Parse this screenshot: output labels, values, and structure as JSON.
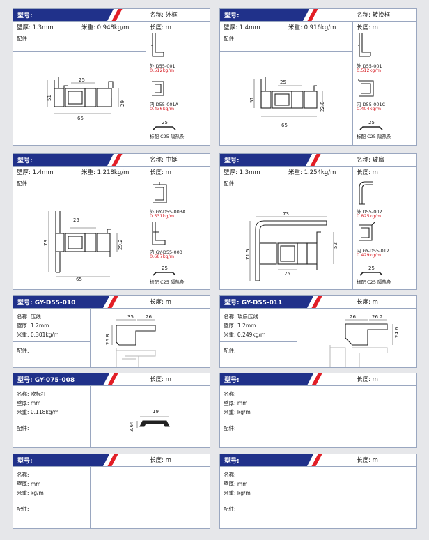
{
  "cards": [
    {
      "model_label": "型号:",
      "name": "名称: 外框",
      "wall": "壁厚: 1.3mm",
      "weight": "米重: 0.948kg/m",
      "length": "长度: m",
      "fittings": "配件:",
      "dims": {
        "d1": "25",
        "d2": "51",
        "d3": "29",
        "d4": "65"
      },
      "parts": [
        {
          "code": "外 D55-001",
          "weight": "0.512kg/m"
        },
        {
          "code": "内 D55-001A",
          "weight": "0.436kg/m"
        }
      ],
      "strip_dim": "25",
      "strip_label": "标配 C25 隔热条"
    },
    {
      "model_label": "型号:",
      "name": "名称: 转换框",
      "wall": "壁厚: 1.4mm",
      "weight": "米重: 0.916kg/m",
      "length": "长度: m",
      "fittings": "配件:",
      "dims": {
        "d1": "25",
        "d2": "51",
        "d3": "22.8",
        "d4": "65"
      },
      "parts": [
        {
          "code": "外 D55-001",
          "weight": "0.512kg/m"
        },
        {
          "code": "内 D55-001C",
          "weight": "0.404kg/m"
        }
      ],
      "strip_dim": "25",
      "strip_label": "标配 C25 隔热条"
    },
    {
      "model_label": "型号:",
      "name": "名称: 中挺",
      "wall": "壁厚: 1.4mm",
      "weight": "米重: 1.218kg/m",
      "length": "长度: m",
      "fittings": "配件:",
      "dims": {
        "d1": "25",
        "d2": "73",
        "d3": "29.2",
        "d4": "65"
      },
      "parts": [
        {
          "code": "外 GY-D55-003A",
          "weight": "0.531kg/m"
        },
        {
          "code": "内 GY-D55-003",
          "weight": "0.687kg/m"
        }
      ],
      "strip_dim": "25",
      "strip_label": "标配 C25 隔热条"
    },
    {
      "model_label": "型号:",
      "name": "名称: 玻扇",
      "wall": "壁厚: 1.3mm",
      "weight": "米重: 1.254kg/m",
      "length": "长度: m",
      "fittings": "配件:",
      "dims": {
        "d1": "73",
        "d2": "71.5",
        "d3": "52",
        "d4": "25"
      },
      "parts": [
        {
          "code": "外 D55-002",
          "weight": "0.825kg/m"
        },
        {
          "code": "内 GY-D55-012",
          "weight": "0.429kg/m"
        }
      ],
      "strip_dim": "25",
      "strip_label": "标配 C25 隔热条"
    },
    {
      "model_label": "型号: GY-D55-010",
      "length": "长度: m",
      "name": "名称: 压线",
      "wall": "壁厚: 1.2mm",
      "weight": "米重: 0.301kg/m",
      "fittings": "配件:",
      "dims": {
        "d1": "35",
        "d2": "26",
        "d3": "26.8"
      }
    },
    {
      "model_label": "型号: GY-D55-011",
      "length": "长度: m",
      "name": "名称: 玻扇压线",
      "wall": "壁厚: 1.2mm",
      "weight": "米重: 0.249kg/m",
      "fittings": "配件:",
      "dims": {
        "d1": "26",
        "d2": "26.2",
        "d3": "24.6"
      }
    },
    {
      "model_label": "型号: GY-075-008",
      "length": "长度: m",
      "name": "名称: 欧标杆",
      "wall": "壁厚: mm",
      "weight": "米重: 0.118kg/m",
      "fittings": "配件:",
      "dims": {
        "d1": "19",
        "d2": "3.64"
      }
    },
    {
      "model_label": "型号:",
      "length": "长度: m",
      "name": "名称:",
      "wall": "壁厚: mm",
      "weight": "米重: kg/m",
      "fittings": "配件:"
    },
    {
      "model_label": "型号:",
      "length": "长度: m",
      "name": "名称:",
      "wall": "壁厚: mm",
      "weight": "米重: kg/m",
      "fittings": "配件:"
    },
    {
      "model_label": "型号:",
      "length": "长度: m",
      "name": "名称:",
      "wall": "壁厚: mm",
      "weight": "米重: kg/m",
      "fittings": "配件:"
    }
  ]
}
